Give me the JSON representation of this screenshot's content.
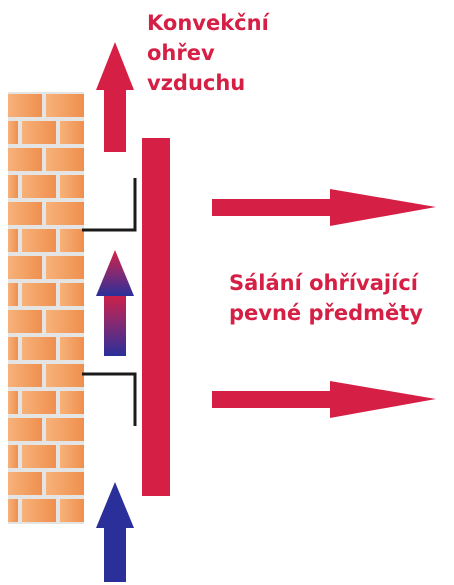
{
  "labels": {
    "convection": [
      "Konvekční",
      "ohřev",
      "vzduchu"
    ],
    "radiation": [
      "Sálání ohřívající",
      "pevné předměty"
    ]
  },
  "colors": {
    "accent_red": "#d61f45",
    "brick": "#f0985a",
    "mortar": "#e4e4e4",
    "cold_blue": "#2b2f9a",
    "bracket": "#1a1a1a"
  }
}
